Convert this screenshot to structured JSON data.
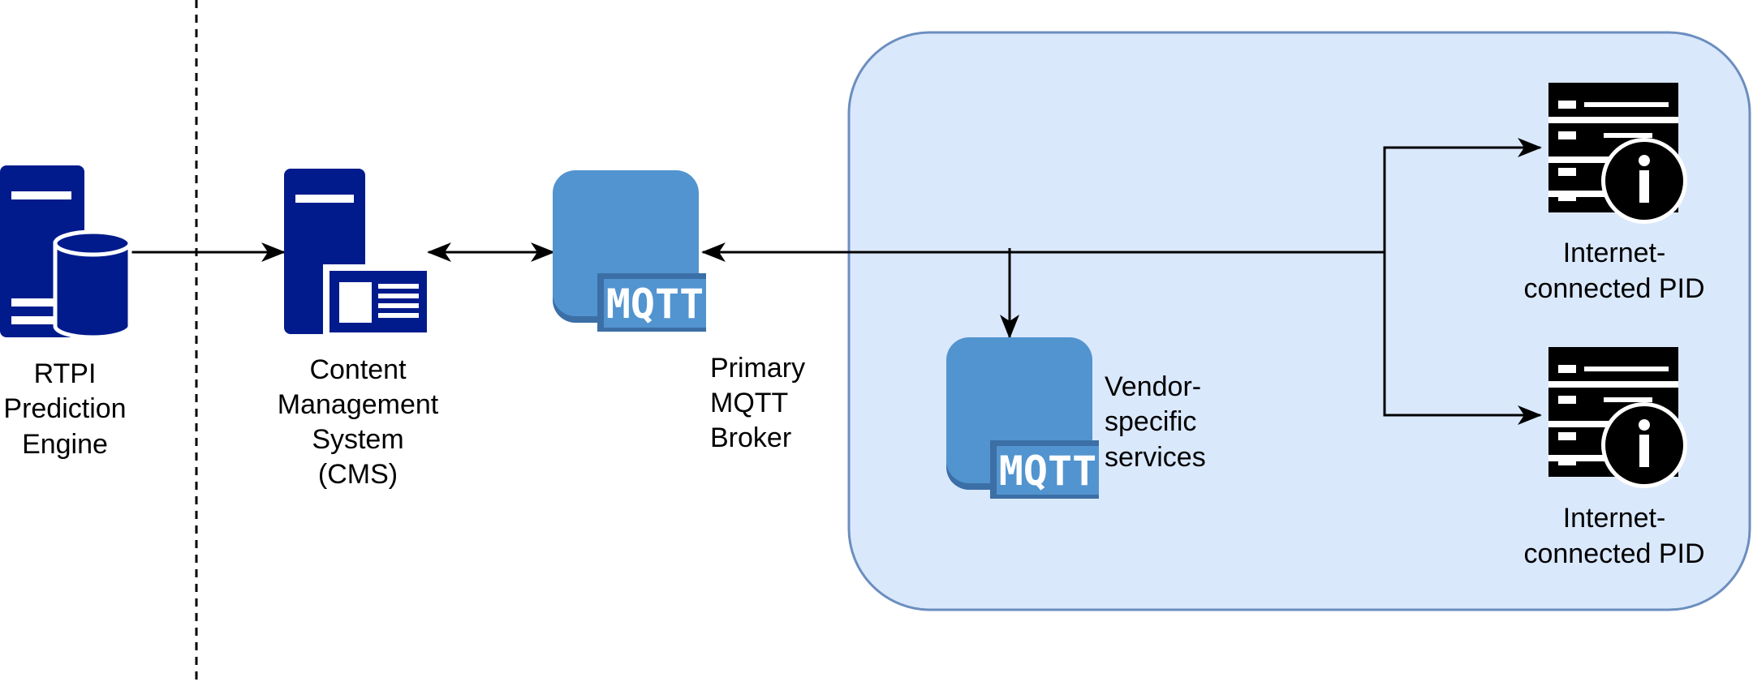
{
  "colors": {
    "server_navy": "#011b8c",
    "mqtt_blue": "#5294cf",
    "mqtt_dark": "#3b6fa6",
    "region_fill": "#dae8fc",
    "region_stroke": "#6c8ebf",
    "pid_black": "#000000"
  },
  "nodes": {
    "rtpi_engine": {
      "icon": "database-server-icon",
      "label_lines": [
        "RTPI",
        "Prediction",
        "Engine"
      ]
    },
    "cms": {
      "icon": "web-server-icon",
      "label_lines": [
        "Content",
        "Management",
        "System",
        "(CMS)"
      ]
    },
    "primary_broker": {
      "icon": "mqtt-broker-icon",
      "badge": "MQTT",
      "label_lines": [
        "Primary",
        "MQTT",
        "Broker"
      ]
    },
    "vendor_services": {
      "icon": "mqtt-broker-icon",
      "badge": "MQTT",
      "label_lines": [
        "Vendor-",
        "specific",
        "services"
      ]
    },
    "pid_top": {
      "icon": "server-info-icon",
      "label_lines": [
        "Internet-",
        "connected PID"
      ]
    },
    "pid_bottom": {
      "icon": "server-info-icon",
      "label_lines": [
        "Internet-",
        "connected PID"
      ]
    }
  },
  "edges": [
    {
      "from": "rtpi_engine",
      "to": "cms",
      "direction": "forward"
    },
    {
      "from": "cms",
      "to": "primary_broker",
      "direction": "both"
    },
    {
      "from": "pid_top",
      "to": "primary_broker",
      "direction": "forward"
    },
    {
      "from": "primary_broker",
      "to": "pid_top",
      "direction": "forward"
    },
    {
      "from": "primary_broker",
      "to": "pid_bottom",
      "direction": "forward"
    },
    {
      "from": "primary_broker",
      "to": "vendor_services",
      "direction": "forward"
    }
  ]
}
